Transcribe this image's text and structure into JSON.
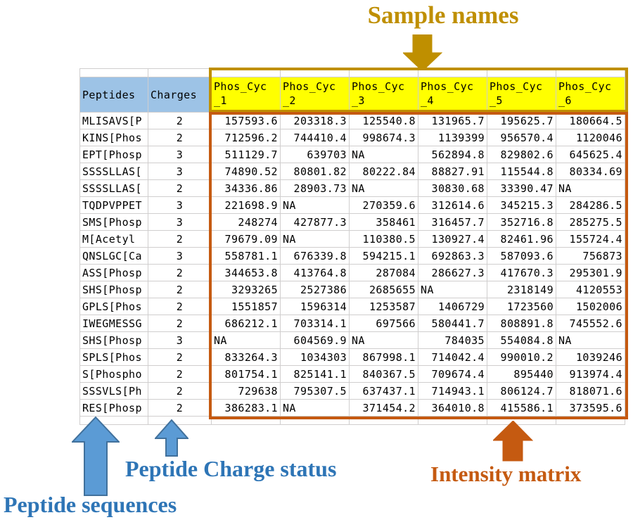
{
  "annotations": {
    "sample_names": "Sample names",
    "peptide_charge_status": "Peptide Charge status",
    "peptide_sequences": "Peptide sequences",
    "intensity_matrix": "Intensity matrix"
  },
  "colors": {
    "sample_gold": "#BF8F00",
    "header_yellow": "#FFFF00",
    "header_blue": "#9DC3E6",
    "annotation_blue": "#2E75B6",
    "arrow_blue_fill": "#5B9BD5",
    "arrow_blue_edge": "#41719C",
    "matrix_orange": "#C55A11",
    "gridline_gray": "#D0CECE"
  },
  "table": {
    "peptide_header": "Peptides",
    "charge_header": "Charges",
    "sample_headers": [
      "Phos_Cyc_1",
      "Phos_Cyc_2",
      "Phos_Cyc_3",
      "Phos_Cyc_4",
      "Phos_Cyc_5",
      "Phos_Cyc_6"
    ],
    "na_label": "NA",
    "rows": [
      {
        "peptide": "MLISAVS[P",
        "charge": "2",
        "values": [
          "157593.6",
          "203318.3",
          "125540.8",
          "131965.7",
          "195625.7",
          "180664.5"
        ]
      },
      {
        "peptide": "KINS[Phos",
        "charge": "2",
        "values": [
          "712596.2",
          "744410.4",
          "998674.3",
          "1139399",
          "956570.4",
          "1120046"
        ]
      },
      {
        "peptide": "EPT[Phosp",
        "charge": "3",
        "values": [
          "511129.7",
          "639703",
          "NA",
          "562894.8",
          "829802.6",
          "645625.4"
        ]
      },
      {
        "peptide": "SSSSLLAS[",
        "charge": "3",
        "values": [
          "74890.52",
          "80801.82",
          "80222.84",
          "88827.91",
          "115544.8",
          "80334.69"
        ]
      },
      {
        "peptide": "SSSSLLAS[",
        "charge": "2",
        "values": [
          "34336.86",
          "28903.73",
          "NA",
          "30830.68",
          "33390.47",
          "NA"
        ]
      },
      {
        "peptide": "TQDPVPPET",
        "charge": "3",
        "values": [
          "221698.9",
          "NA",
          "270359.6",
          "312614.6",
          "345215.3",
          "284286.5"
        ]
      },
      {
        "peptide": "SMS[Phosp",
        "charge": "3",
        "values": [
          "248274",
          "427877.3",
          "358461",
          "316457.7",
          "352716.8",
          "285275.5"
        ]
      },
      {
        "peptide": "M[Acetyl",
        "charge": "2",
        "values": [
          "79679.09",
          "NA",
          "110380.5",
          "130927.4",
          "82461.96",
          "155724.4"
        ]
      },
      {
        "peptide": "QNSLGC[Ca",
        "charge": "3",
        "values": [
          "558781.1",
          "676339.8",
          "594215.1",
          "692863.3",
          "587093.6",
          "756873"
        ]
      },
      {
        "peptide": "ASS[Phosp",
        "charge": "2",
        "values": [
          "344653.8",
          "413764.8",
          "287084",
          "286627.3",
          "417670.3",
          "295301.9"
        ]
      },
      {
        "peptide": "SHS[Phosp",
        "charge": "2",
        "values": [
          "3293265",
          "2527386",
          "2685655",
          "NA",
          "2318149",
          "4120553"
        ]
      },
      {
        "peptide": "GPLS[Phos",
        "charge": "2",
        "values": [
          "1551857",
          "1596314",
          "1253587",
          "1406729",
          "1723560",
          "1502006"
        ]
      },
      {
        "peptide": "IWEGMESSG",
        "charge": "2",
        "values": [
          "686212.1",
          "703314.1",
          "697566",
          "580441.7",
          "808891.8",
          "745552.6"
        ]
      },
      {
        "peptide": "SHS[Phosp",
        "charge": "3",
        "values": [
          "NA",
          "604569.9",
          "NA",
          "784035",
          "554084.8",
          "NA"
        ]
      },
      {
        "peptide": "SPLS[Phos",
        "charge": "2",
        "values": [
          "833264.3",
          "1034303",
          "867998.1",
          "714042.4",
          "990010.2",
          "1039246"
        ]
      },
      {
        "peptide": "S[Phospho",
        "charge": "2",
        "values": [
          "801754.1",
          "825141.1",
          "840367.5",
          "709674.4",
          "895440",
          "913974.4"
        ]
      },
      {
        "peptide": "SSSVLS[Ph",
        "charge": "2",
        "values": [
          "729638",
          "795307.5",
          "637437.1",
          "714943.1",
          "806124.7",
          "818071.6"
        ]
      },
      {
        "peptide": "RES[Phosp",
        "charge": "2",
        "values": [
          "386283.1",
          "NA",
          "371454.2",
          "364010.8",
          "415586.1",
          "373595.6"
        ]
      }
    ]
  }
}
